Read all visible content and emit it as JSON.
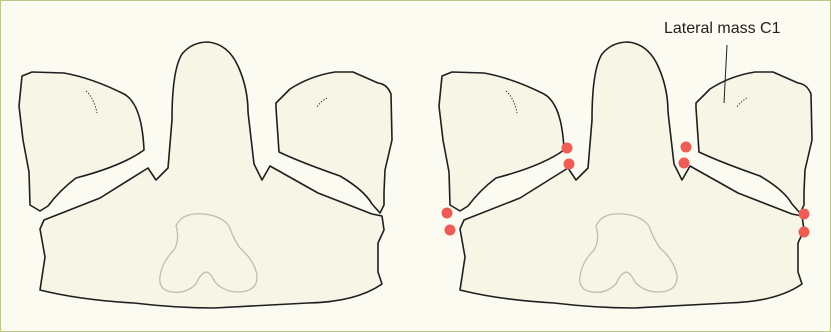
{
  "figure": {
    "label": "Lateral mass C1"
  },
  "colors": {
    "panel_background": "#fbfbf1",
    "panel_border": "#b9c98a",
    "bone_fill": "#f6f5e6",
    "bone_stroke": "#1f1f1f",
    "dens_outline": "#bdbdb0",
    "marker": "#ee5d55"
  },
  "panels": [
    {
      "id": "left",
      "markers_shown": false
    },
    {
      "id": "right",
      "markers_shown": true,
      "marker_count": 8
    }
  ]
}
